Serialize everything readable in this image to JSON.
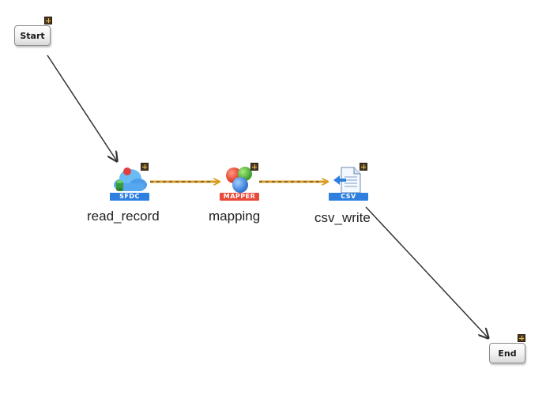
{
  "nodes": {
    "start": {
      "label": "Start"
    },
    "end": {
      "label": "End"
    },
    "read_record": {
      "label": "read_record",
      "tag": "SFDC",
      "icon": "cloud-database-icon"
    },
    "mapping": {
      "label": "mapping",
      "tag": "MAPPER",
      "icon": "mapper-spheres-icon"
    },
    "csv_write": {
      "label": "csv_write",
      "tag": "CSV",
      "icon": "csv-document-icon"
    }
  },
  "colors": {
    "sfdc_tag": "#2f7fe0",
    "mapper_tag": "#e84a3a",
    "csv_tag": "#2f7fe0",
    "process_flow": "#333333",
    "data_flow": "#e0a020"
  }
}
